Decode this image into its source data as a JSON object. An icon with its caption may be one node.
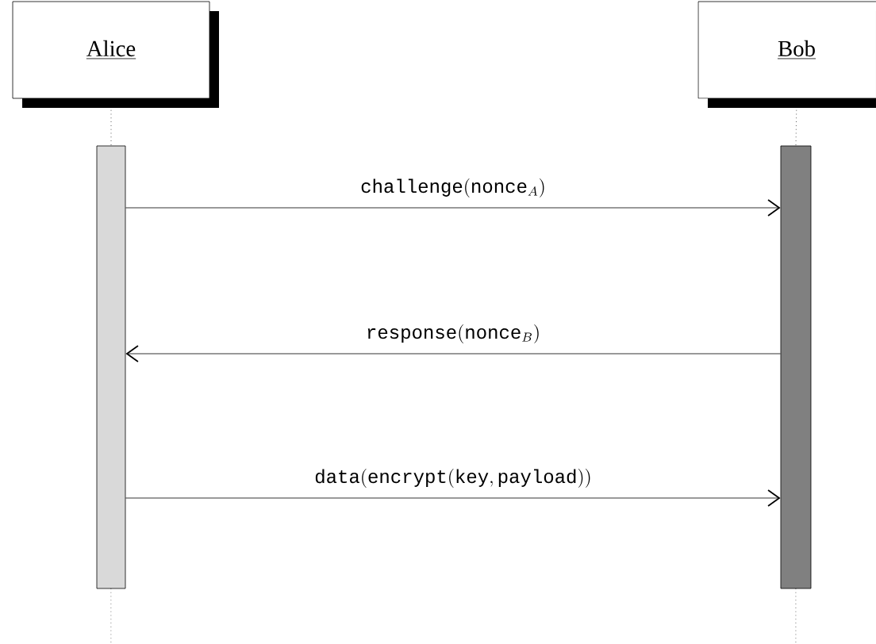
{
  "diagram": {
    "nodes": [
      {
        "text": [
          "Alice"
        ]
      },
      {
        "text": [
          "Bob"
        ]
      },
      {
        "text": [],
        "shape": "bar"
      },
      {
        "text": [],
        "shape": "bar"
      }
    ],
    "edges": [
      {
        "from": 0,
        "to": 2,
        "arrow": "none",
        "style": "dashed"
      },
      {
        "from": 1,
        "to": 3,
        "arrow": "none",
        "style": "dashed"
      },
      {
        "from": 2,
        "to": 3,
        "arrow": "to",
        "label": "\\mathtt{challenge}(\\mathtt{nonce}_A)"
      },
      {
        "from": 3,
        "to": 2,
        "arrow": "to",
        "label": "\\mathtt{response}(\\mathtt{nonce}_B)"
      },
      {
        "from": 2,
        "to": 3,
        "arrow": "to",
        "label": "\\mathtt{data}(\\mathtt{encrypt}(\\mathtt{key},\\mathtt{payload}))"
      }
    ]
  }
}
